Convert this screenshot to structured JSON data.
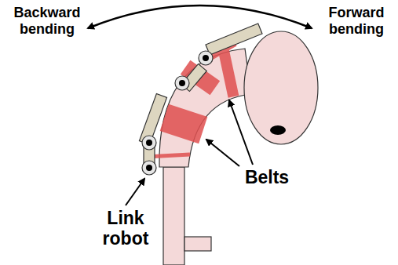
{
  "diagram": {
    "labels": [
      "Backward bending",
      "Forward bending",
      "Belts",
      "Link robot"
    ]
  }
}
